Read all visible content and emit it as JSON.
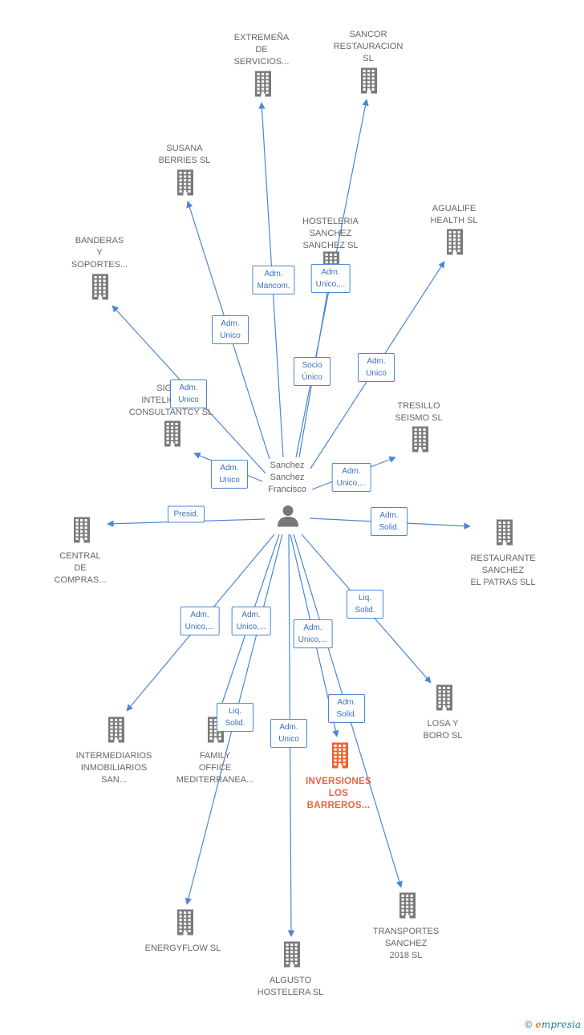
{
  "person": {
    "label": "Sanchez\nSanchez\nFrancisco"
  },
  "colors": {
    "edge": "#4a86d6",
    "node": "#7a7a7a",
    "highlight": "#f0622a"
  },
  "companies": [
    {
      "id": "extremena",
      "label": "EXTREMEÑA\nDE\nSERVICIOS...",
      "highlight": false
    },
    {
      "id": "sancor",
      "label": "SANCOR\nRESTAURACION\nSL",
      "highlight": false
    },
    {
      "id": "susana",
      "label": "SUSANA\nBERRIES  SL",
      "highlight": false
    },
    {
      "id": "hosteleria",
      "label": "HOSTELERIA\nSANCHEZ\nSANCHEZ  SL",
      "highlight": false
    },
    {
      "id": "agualife",
      "label": "AGUALIFE\nHEALTH SL",
      "highlight": false
    },
    {
      "id": "banderas",
      "label": "BANDERAS\nY\nSOPORTES...",
      "highlight": false
    },
    {
      "id": "sigma",
      "label": "SIGMA\nINTELIGENCE\nCONSULTANTCY SL",
      "highlight": false
    },
    {
      "id": "tresillo",
      "label": "TRESILLO\nSEISMO SL",
      "highlight": false
    },
    {
      "id": "central",
      "label": "CENTRAL\nDE\nCOMPRAS...",
      "highlight": false
    },
    {
      "id": "restaurante",
      "label": "RESTAURANTE\nSANCHEZ\nEL PATRAS SLL",
      "highlight": false
    },
    {
      "id": "losa",
      "label": "LOSA Y\nBORO SL",
      "highlight": false
    },
    {
      "id": "intermediarios",
      "label": "INTERMEDIARIOS\nINMOBILIARIOS\nSAN...",
      "highlight": false
    },
    {
      "id": "family",
      "label": "FAMILY\nOFFICE\nMEDITERRANEA...",
      "highlight": false
    },
    {
      "id": "inversiones",
      "label": "INVERSIONES\nLOS\nBARREROS...",
      "highlight": true
    },
    {
      "id": "energyflow",
      "label": "ENERGYFLOW SL",
      "highlight": false
    },
    {
      "id": "transportes",
      "label": "TRANSPORTES\nSANCHEZ\n2018  SL",
      "highlight": false
    },
    {
      "id": "algusto",
      "label": "ALGUSTO\nHOSTELERA SL",
      "highlight": false
    }
  ],
  "relations": [
    {
      "to": "extremena",
      "label": "Adm.\nMancom."
    },
    {
      "to": "sancor",
      "label": "Socio\nÚnico"
    },
    {
      "to": "susana",
      "label": "Adm.\nUnico"
    },
    {
      "to": "hosteleria",
      "label": "Adm.\nUnico,..."
    },
    {
      "to": "agualife",
      "label": "Adm.\nUnico"
    },
    {
      "to": "banderas",
      "label": "Adm.\nUnico"
    },
    {
      "to": "sigma",
      "label": "Adm.\nUnico"
    },
    {
      "to": "tresillo",
      "label": "Adm.\nUnico,..."
    },
    {
      "to": "central",
      "label": "Presid."
    },
    {
      "to": "restaurante",
      "label": "Adm.\nSolid."
    },
    {
      "to": "losa",
      "label": "Liq.\nSolid."
    },
    {
      "to": "intermediarios",
      "label": "Adm.\nUnico,..."
    },
    {
      "to": "family",
      "label": "Adm.\nUnico,..."
    },
    {
      "to": "energyflow",
      "label": "Liq.\nSolid."
    },
    {
      "to": "inversiones",
      "label": "Adm.\nUnico,..."
    },
    {
      "to": "transportes",
      "label": "Adm.\nSolid."
    },
    {
      "to": "algusto",
      "label": "Adm.\nUnico"
    }
  ],
  "footer": {
    "copyright": "©",
    "brand_e": "e",
    "brand_rest": "mpresia"
  }
}
